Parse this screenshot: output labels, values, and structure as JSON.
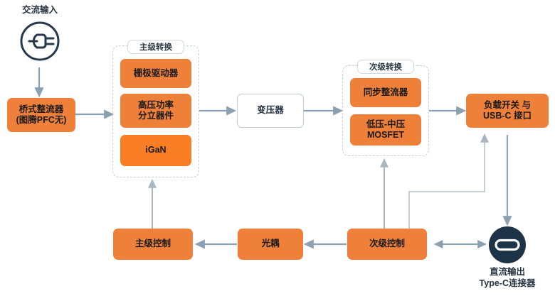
{
  "diagram": {
    "title_caption": "交流输入",
    "colors": {
      "orange": "#ef8039",
      "orange_strong": "#f97e24",
      "edge": "#8ba0b0",
      "edge_light": "#c6ced5",
      "dark_navy": "#1d3347",
      "text": "#1a1a1a"
    },
    "icons": {
      "ac_plug": "ac-plug-icon",
      "usb_c": "usb-c-connector-icon"
    },
    "groups": [
      {
        "id": "primary",
        "label": "主级转换"
      },
      {
        "id": "secondary",
        "label": "次级转换"
      }
    ],
    "nodes": [
      {
        "id": "bridge",
        "label": "桥式整流器\n(图腾PFC无)",
        "style": "orange"
      },
      {
        "id": "gate-driver",
        "label": "栅极驱动器",
        "style": "orange"
      },
      {
        "id": "hv-discrete",
        "label": "高压功率\n分立器件",
        "style": "orange"
      },
      {
        "id": "igan",
        "label": "iGaN",
        "style": "orange-strong"
      },
      {
        "id": "transformer",
        "label": "变压器",
        "style": "plain"
      },
      {
        "id": "sync-rect",
        "label": "同步整流器",
        "style": "orange"
      },
      {
        "id": "lv-mosfet",
        "label": "低压-中压\nMOSFET",
        "style": "orange"
      },
      {
        "id": "load-switch",
        "label": "负载开关 与\nUSB-C 接口",
        "style": "orange"
      },
      {
        "id": "primary-ctrl",
        "label": "主级控制",
        "style": "orange"
      },
      {
        "id": "optocoupler",
        "label": "光耦",
        "style": "orange"
      },
      {
        "id": "secondary-ctrl",
        "label": "次级控制",
        "style": "orange"
      }
    ],
    "captions": [
      {
        "id": "ac-input",
        "text": "交流输入"
      },
      {
        "id": "dc-output",
        "text": "直流输出\nType-C连接器"
      }
    ]
  }
}
